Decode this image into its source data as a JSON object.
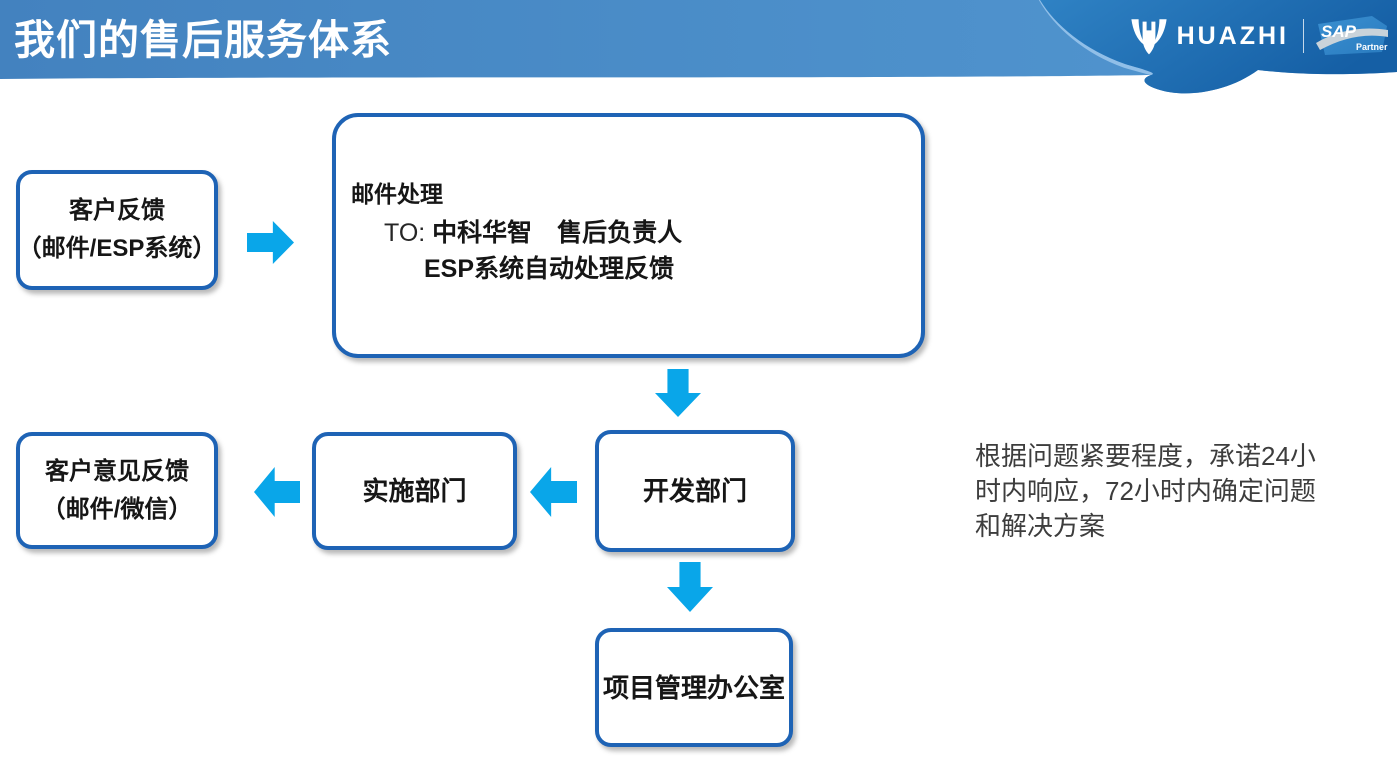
{
  "header": {
    "title": "我们的售后服务体系",
    "brand_name": "HUAZHI",
    "sap_label": "SAP",
    "sap_sub_label": "Partner"
  },
  "flow": {
    "customer_feedback": {
      "line1": "客户反馈",
      "line2": "（邮件/ESP系统）"
    },
    "mail_handling": {
      "title": "邮件处理",
      "to_prefix": "TO:",
      "to_value": "中科华智　售后负责人",
      "detail": "ESP系统自动处理反馈"
    },
    "customer_opinion": {
      "line1": "客户意见反馈",
      "line2": "（邮件/微信）"
    },
    "implementation": {
      "label": "实施部门"
    },
    "development": {
      "label": "开发部门"
    },
    "pmo": {
      "label": "项目管理办公室"
    }
  },
  "note": {
    "lines": [
      "根据问题紧要程度，承诺24小",
      "时内响应，72小时内确定问题",
      "和解决方案"
    ]
  },
  "colors": {
    "header_blue": "#4887C4",
    "header_dark_blue": "#1A63A9",
    "arrow_cyan": "#09A6E9",
    "box_border_blue": "#1E63B5"
  }
}
